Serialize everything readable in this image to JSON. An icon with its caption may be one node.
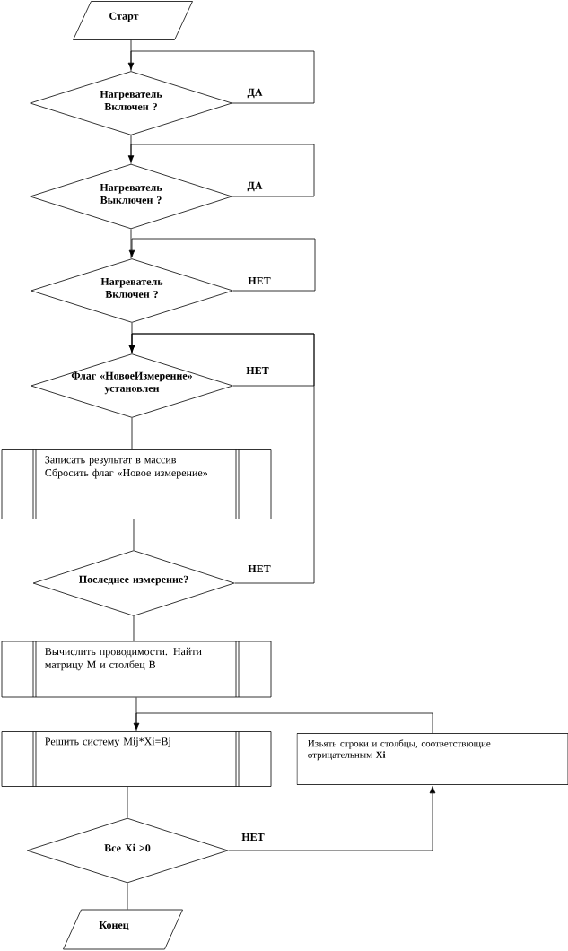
{
  "diagram": {
    "nodes": [
      {
        "text": [
          "Старт"
        ]
      },
      {
        "text": [
          "Нагреватель Включен ?"
        ]
      },
      {
        "text": [
          "Нагреватель Выключен ?"
        ]
      },
      {
        "text": [
          "Нагреватель Включен ?"
        ]
      },
      {
        "text": [
          "Флаг «НовоеИзмерение» установлен"
        ]
      },
      {
        "text": [
          "Записать результат в массив",
          "Сбросить флаг «Новое измерение»"
        ]
      },
      {
        "text": [
          "Последнее измерение?"
        ]
      },
      {
        "text": [
          "Вычислить проводимости. Найти матрицу M и столбец B"
        ]
      },
      {
        "text": [
          "Решить систему Mij*Xi=Bj"
        ]
      },
      {
        "text": [
          "Все Xi >0"
        ]
      },
      {
        "text": [
          "Конец"
        ]
      },
      {
        "text": [
          "Изъять строки и столбцы, соответствющие отрицательным **Xi**"
        ]
      }
    ],
    "edges": [
      {
        "from": 0,
        "to": 1,
        "arrow": "none"
      },
      {
        "from": 1,
        "to": 1,
        "arrow": "to",
        "label": "ДА"
      },
      {
        "from": 1,
        "to": 2,
        "arrow": "none"
      },
      {
        "from": 2,
        "to": 2,
        "arrow": "to",
        "label": "ДА"
      },
      {
        "from": 2,
        "to": 3,
        "arrow": "none"
      },
      {
        "from": 3,
        "to": 3,
        "arrow": "to",
        "label": "НЕТ"
      },
      {
        "from": 3,
        "to": 4,
        "arrow": "none"
      },
      {
        "from": 4,
        "to": 4,
        "arrow": "to",
        "label": "НЕТ"
      },
      {
        "from": 4,
        "to": 5,
        "arrow": "none"
      },
      {
        "from": 5,
        "to": 6,
        "arrow": "none"
      },
      {
        "from": 6,
        "to": 4,
        "arrow": "to",
        "label": "НЕТ"
      },
      {
        "from": 6,
        "to": 7,
        "arrow": "none"
      },
      {
        "from": 7,
        "to": 8,
        "arrow": "none"
      },
      {
        "from": 8,
        "to": 9,
        "arrow": "none"
      },
      {
        "from": 9,
        "to": 11,
        "arrow": "to",
        "label": "НЕТ"
      },
      {
        "from": 11,
        "to": 8,
        "arrow": "to"
      },
      {
        "from": 9,
        "to": 10,
        "arrow": "none"
      }
    ]
  }
}
